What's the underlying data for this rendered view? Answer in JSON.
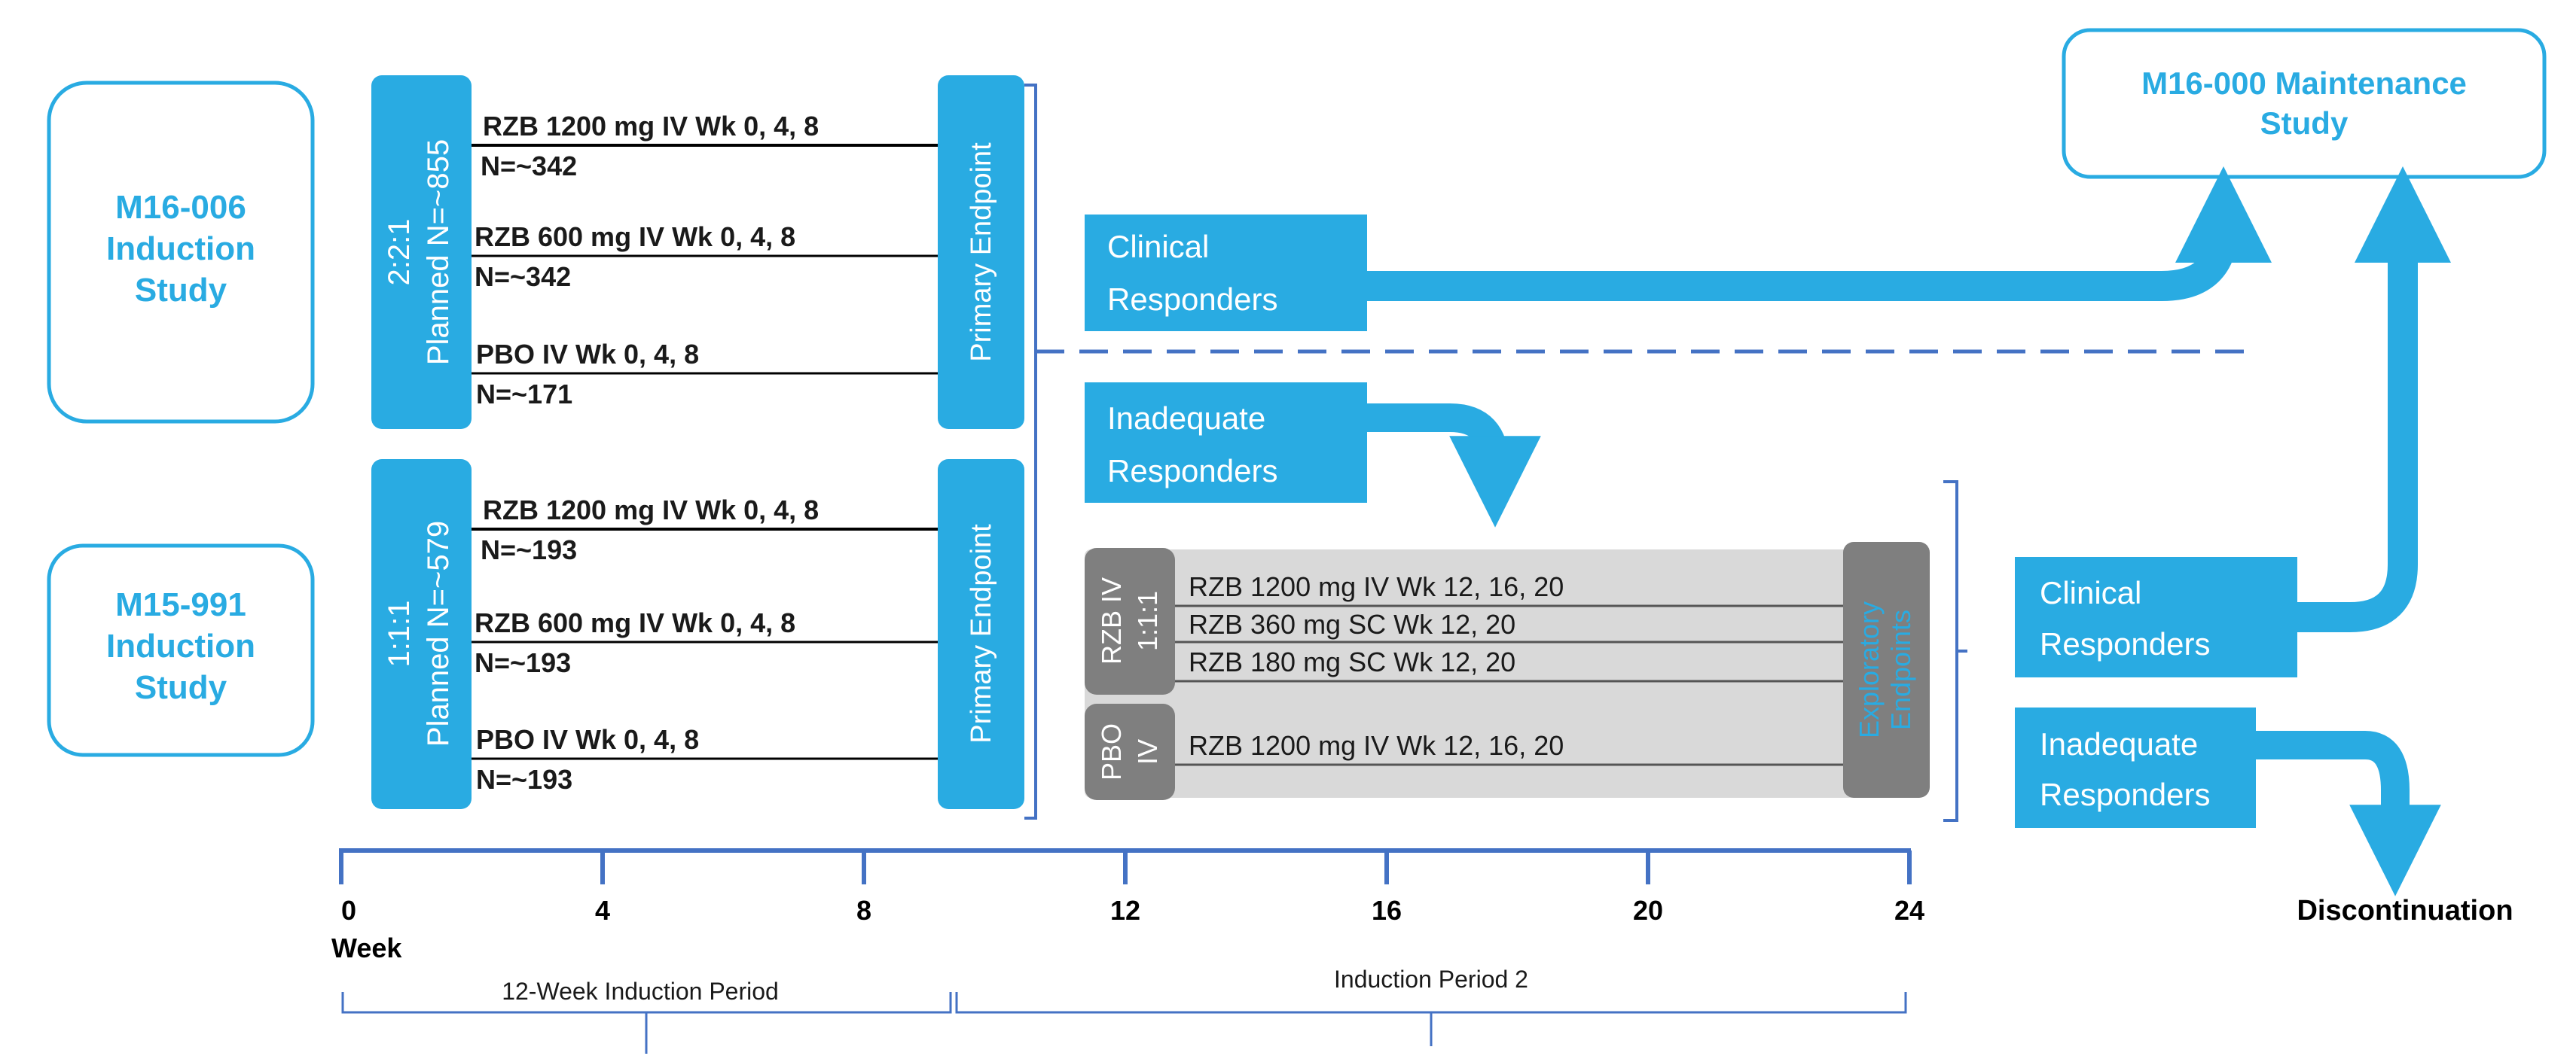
{
  "studies": {
    "m16_006": [
      "M16-006",
      "Induction",
      "Study"
    ],
    "m15_991": [
      "M15-991",
      "Induction",
      "Study"
    ],
    "maintenance": [
      "M16-000 Maintenance",
      "Study"
    ]
  },
  "cohort_top": {
    "ratio": "2:2:1",
    "planned": "Planned N=~855",
    "arms": [
      {
        "label": "RZB 1200 mg IV Wk 0, 4, 8",
        "n": "N=~342"
      },
      {
        "label": "RZB 600 mg IV  Wk 0, 4, 8",
        "n": "N=~342"
      },
      {
        "label": "PBO IV Wk 0, 4, 8",
        "n": "N=~171"
      }
    ],
    "endpoint": "Primary Endpoint"
  },
  "cohort_bottom": {
    "ratio": "1:1:1",
    "planned": "Planned N=~579",
    "arms": [
      {
        "label": "RZB 1200 mg IV Wk 0, 4, 8",
        "n": "N=~193"
      },
      {
        "label": "RZB 600 mg IV  Wk 0, 4, 8",
        "n": "N=~193"
      },
      {
        "label": "PBO IV Wk 0, 4, 8",
        "n": "N=~193"
      }
    ],
    "endpoint": "Primary Endpoint"
  },
  "responders": {
    "clinical_1": [
      "Clinical",
      "Responders"
    ],
    "inadequate_1": [
      "Inadequate",
      "Responders"
    ],
    "clinical_2": [
      "Clinical",
      "Responders"
    ],
    "inadequate_2": [
      "Inadequate",
      "Responders"
    ]
  },
  "period2": {
    "rzb_group": [
      "RZB IV",
      "1:1:1"
    ],
    "pbo_group": [
      "PBO",
      "IV"
    ],
    "rzb_arms": [
      "RZB 1200 mg IV Wk 12, 16, 20",
      "RZB 360 mg SC Wk 12, 20",
      "RZB 180 mg SC Wk 12, 20"
    ],
    "pbo_arm": "RZB 1200 mg IV Wk 12, 16, 20",
    "endpoint": [
      "Exploratory",
      "Endpoints"
    ]
  },
  "discontinuation": "Discontinuation",
  "timeline": {
    "ticks": [
      "0",
      "4",
      "8",
      "12",
      "16",
      "20",
      "24"
    ],
    "unit": "Week",
    "period1": "12-Week Induction Period",
    "period2": "Induction Period 2"
  },
  "colors": {
    "blue": "#29abe2",
    "axis_blue": "#4472c4",
    "gray_panel": "#d9d9d9",
    "gray_box": "#7f7f7f"
  }
}
